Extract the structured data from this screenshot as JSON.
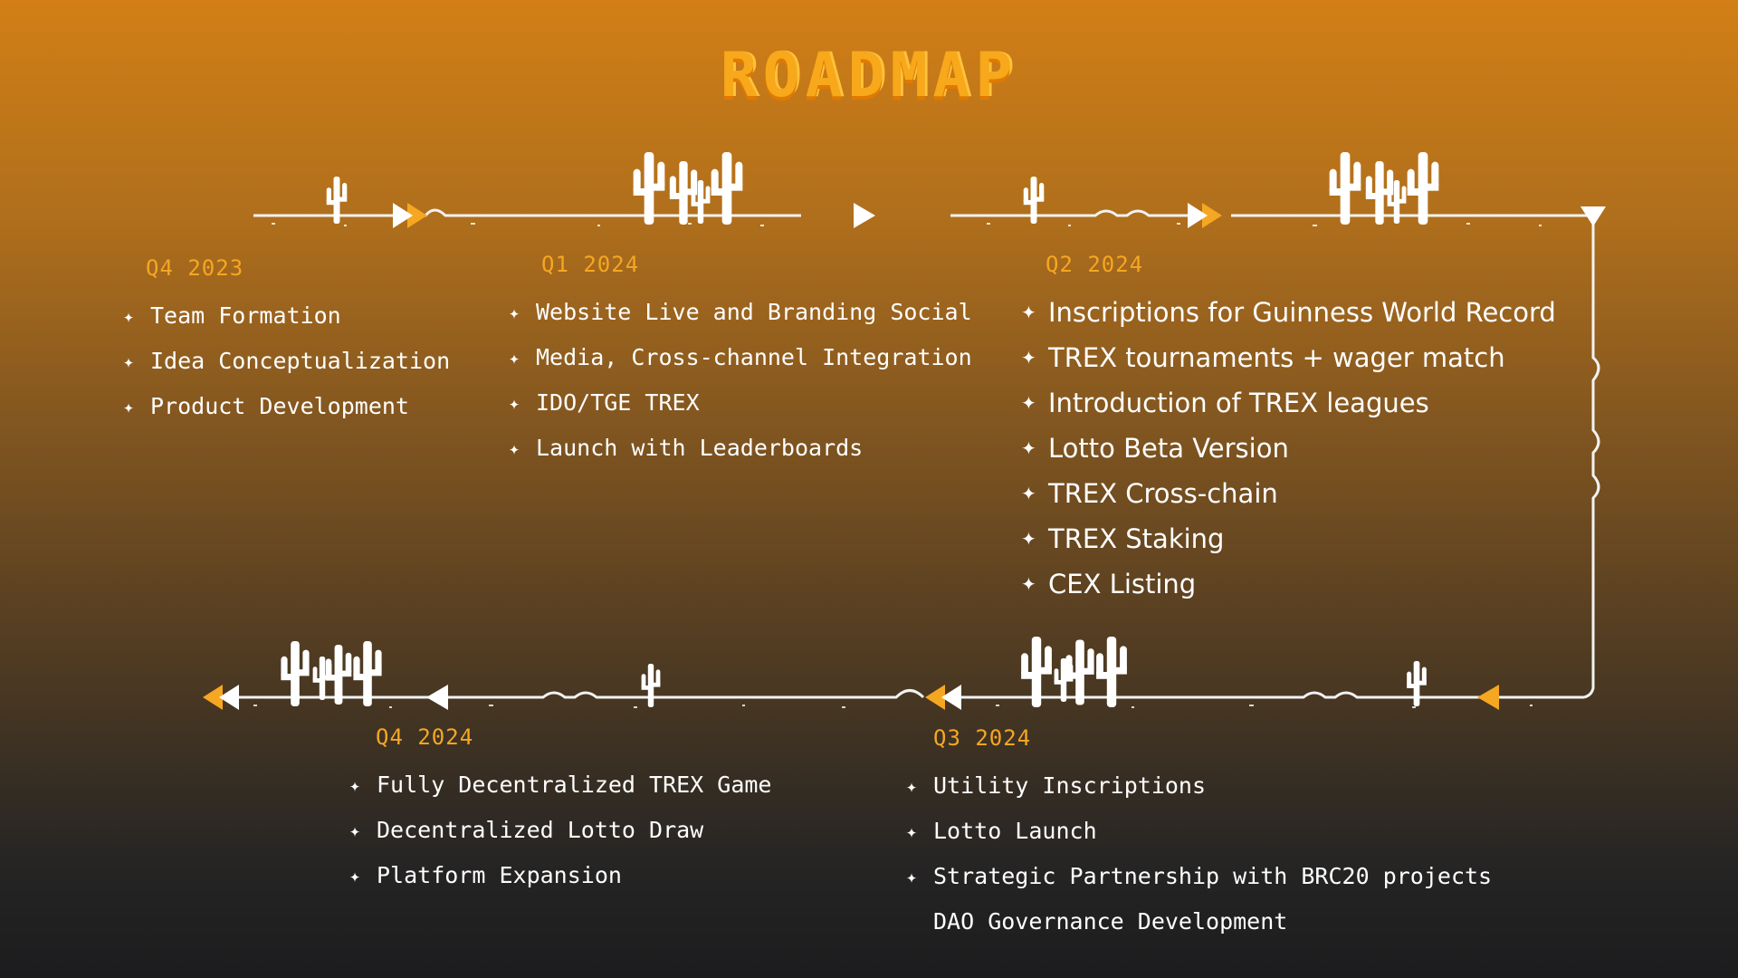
{
  "title": "ROADMAP",
  "colors": {
    "accent": "#f5a722",
    "text": "#ffffff",
    "track": "#f2f2f2"
  },
  "quarters": [
    {
      "label": "Q4 2023",
      "items": [
        "Team Formation",
        "Idea Conceptualization",
        "Product Development"
      ]
    },
    {
      "label": "Q1 2024",
      "items": [
        "Website Live and Branding Social",
        "Media, Cross-channel Integration",
        "IDO/TGE TREX",
        "Launch with Leaderboards"
      ]
    },
    {
      "label": "Q2 2024",
      "items": [
        "Inscriptions for Guinness World Record",
        "TREX tournaments + wager match",
        "Introduction of TREX leagues",
        "Lotto Beta Version",
        "TREX Cross-chain",
        "TREX Staking",
        "CEX Listing"
      ]
    },
    {
      "label": "Q3 2024",
      "items": [
        "Utility Inscriptions",
        "Lotto Launch",
        "Strategic Partnership with BRC20 projects",
        "DAO Governance Development"
      ]
    },
    {
      "label": "Q4 2024",
      "items": [
        "Fully Decentralized TREX Game",
        "Decentralized Lotto Draw",
        "Platform Expansion"
      ]
    }
  ],
  "icons": [
    "cactus-icon",
    "play-arrow-icon",
    "rewind-arrow-icon",
    "star-bullet-icon"
  ]
}
